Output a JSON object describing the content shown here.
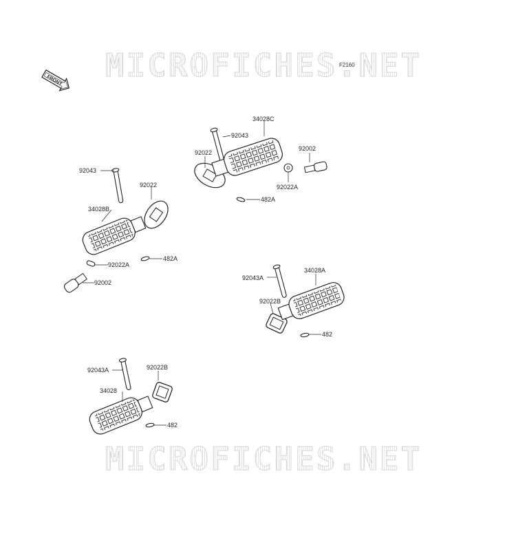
{
  "figure_code": "F2160",
  "watermark_top": "MICROFICHES.NET",
  "watermark_bottom": "MICROFICHES.NET",
  "front_arrow_label": "FRONT",
  "labels": {
    "g1_34028C": "34028C",
    "g1_92043": "92043",
    "g1_92022": "92022",
    "g1_92002": "92002",
    "g1_92022A": "92022A",
    "g1_482A": "482A",
    "g2_92043": "92043",
    "g2_92022": "92022",
    "g2_34028B": "34028B",
    "g2_482A": "482A",
    "g2_92022A": "92022A",
    "g2_92002": "92002",
    "g3_92043A": "92043A",
    "g3_34028A": "34028A",
    "g3_92022B": "92022B",
    "g3_482": "482",
    "g4_92043A": "92043A",
    "g4_92022B": "92022B",
    "g4_34028": "34028",
    "g4_482": "482"
  }
}
